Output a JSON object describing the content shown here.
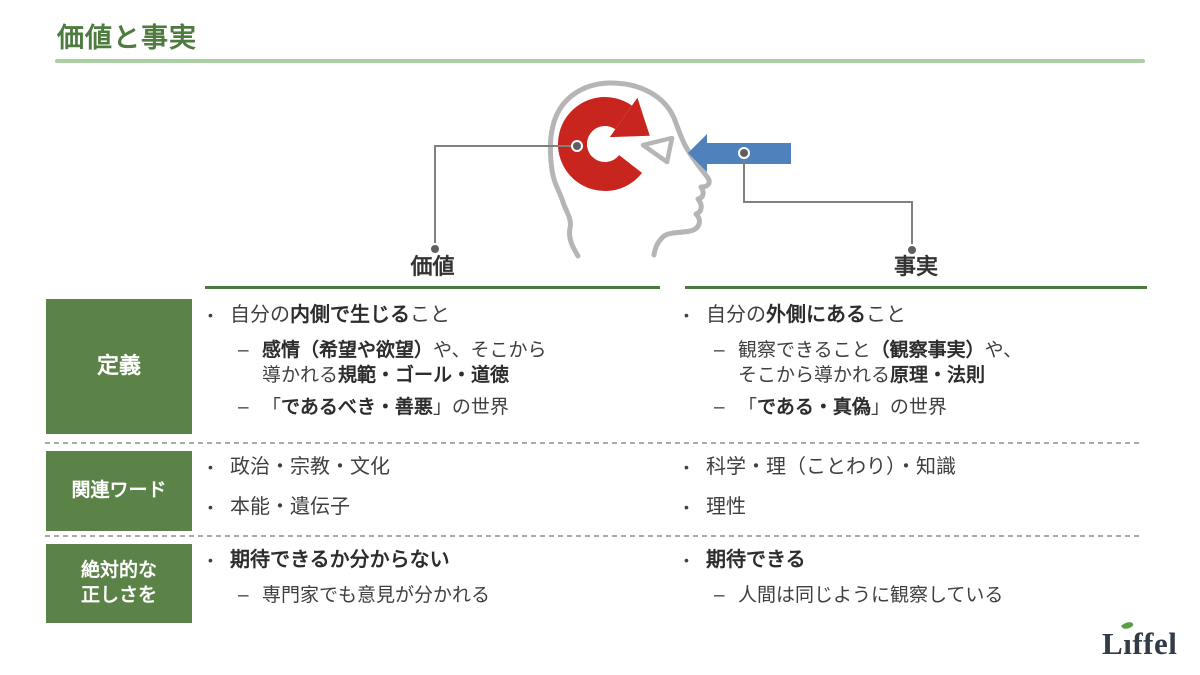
{
  "page": {
    "title": "価値と事実"
  },
  "colors": {
    "title_green": "#4e7c40",
    "light_green_rule": "#a9cfa2",
    "header_cell_green": "#5b8347",
    "column_rule_green": "#4c7a3c",
    "cycle_arrow_red": "#c8251f",
    "input_arrow_blue": "#4f81bd",
    "head_outline_gray": "#b5b5b5",
    "logo_navy": "#333b46",
    "logo_leaf_green": "#5a9e46"
  },
  "markers": {
    "bullet": "•",
    "dash": "–"
  },
  "diagram": {
    "value_label": "価値",
    "fact_label": "事実",
    "icons": {
      "head": "head-profile-outline-icon",
      "cycle": "red-cycle-arrow-icon",
      "eye": "eye-triangle-icon",
      "input": "blue-left-arrow-icon"
    }
  },
  "table": {
    "rows": [
      {
        "header": "定義",
        "value_items": [
          {
            "level": 1,
            "segments": [
              {
                "t": "自分の"
              },
              {
                "t": "内側で生じる",
                "b": true
              },
              {
                "t": "こと"
              }
            ]
          },
          {
            "level": 2,
            "segments": [
              {
                "t": "感情（希望や欲望）",
                "b": true
              },
              {
                "t": "や、そこから"
              },
              {
                "br": true
              },
              {
                "t": "導かれる"
              },
              {
                "t": "規範・ゴール・道徳",
                "b": true
              }
            ]
          },
          {
            "level": 2,
            "segments": [
              {
                "t": "「"
              },
              {
                "t": "であるべき・善悪",
                "b": true
              },
              {
                "t": "」の世界"
              }
            ]
          }
        ],
        "fact_items": [
          {
            "level": 1,
            "segments": [
              {
                "t": "自分の"
              },
              {
                "t": "外側にある",
                "b": true
              },
              {
                "t": "こと"
              }
            ]
          },
          {
            "level": 2,
            "segments": [
              {
                "t": "観察できること"
              },
              {
                "t": "（観察事実）",
                "b": true
              },
              {
                "t": "や、"
              },
              {
                "br": true
              },
              {
                "t": "そこから導かれる"
              },
              {
                "t": "原理・法則",
                "b": true
              }
            ]
          },
          {
            "level": 2,
            "segments": [
              {
                "t": "「"
              },
              {
                "t": "である・真偽",
                "b": true
              },
              {
                "t": "」の世界"
              }
            ]
          }
        ]
      },
      {
        "header": "関連ワード",
        "value_items": [
          {
            "level": 1,
            "segments": [
              {
                "t": "政治・宗教・文化"
              }
            ]
          },
          {
            "level": 1,
            "segments": [
              {
                "t": "本能・遺伝子"
              }
            ]
          }
        ],
        "fact_items": [
          {
            "level": 1,
            "segments": [
              {
                "t": "科学・理（ことわり）・知識"
              }
            ]
          },
          {
            "level": 1,
            "segments": [
              {
                "t": "理性"
              }
            ]
          }
        ]
      },
      {
        "header": "絶対的な\n正しさを",
        "value_items": [
          {
            "level": 1,
            "segments": [
              {
                "t": "期待できるか分からない",
                "b": true
              }
            ]
          },
          {
            "level": 2,
            "segments": [
              {
                "t": "専門家でも意見が分かれる"
              }
            ]
          }
        ],
        "fact_items": [
          {
            "level": 1,
            "segments": [
              {
                "t": "期待できる",
                "b": true
              }
            ]
          },
          {
            "level": 2,
            "segments": [
              {
                "t": "人間は同じように観察している"
              }
            ]
          }
        ]
      }
    ]
  },
  "footer": {
    "brand": "Liffel",
    "brand_parts": [
      "L",
      "ı",
      "ffel"
    ]
  }
}
